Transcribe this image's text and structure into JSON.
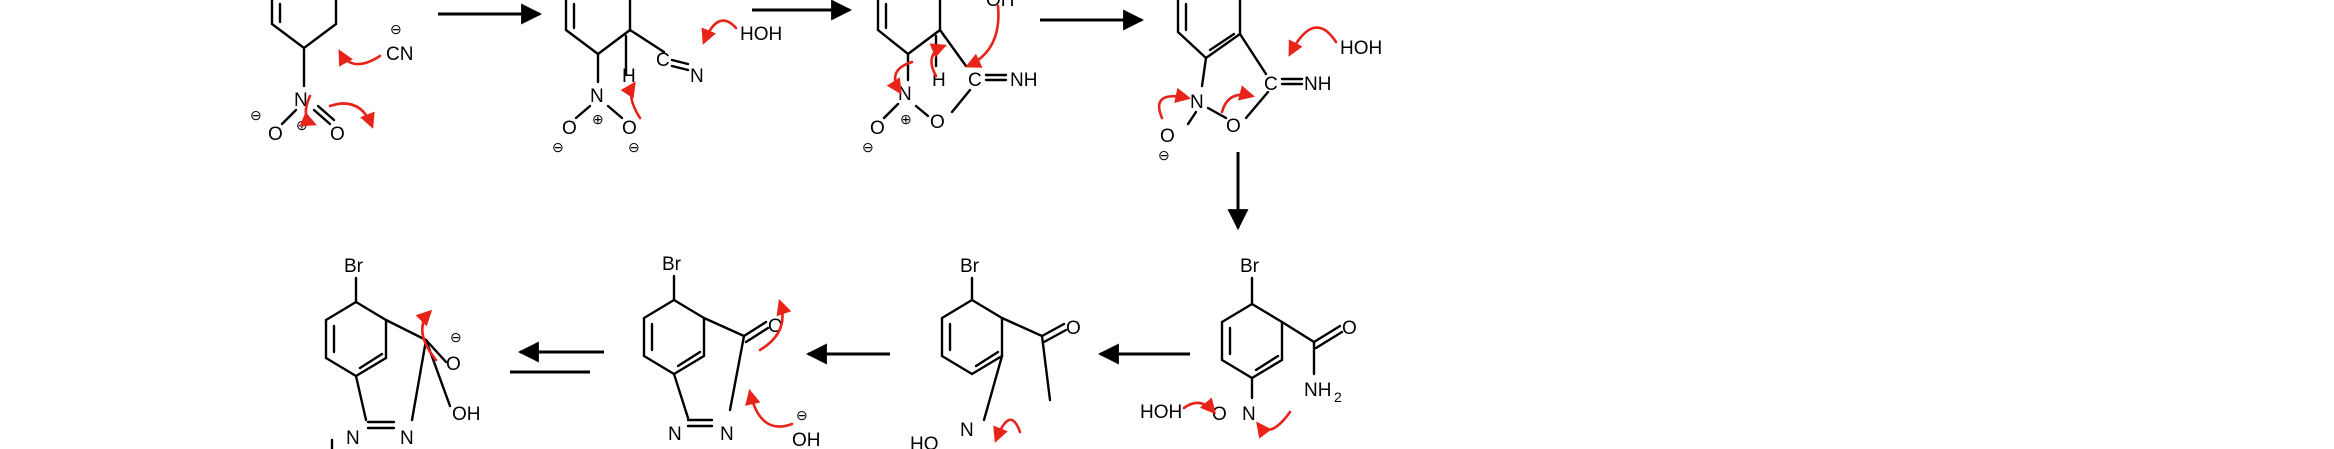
{
  "colors": {
    "bond": "#000000",
    "electron_arrow": "#e8231a",
    "background": "#ffffff"
  },
  "labels": {
    "cn": "CN",
    "minus": "⊖",
    "plus": "⊕",
    "n": "N",
    "o": "O",
    "h": "H",
    "c": "C",
    "hoh": "HOH",
    "nh": "NH",
    "oh": "OH",
    "br": "Br",
    "nh2": "NH",
    "sub2": "2",
    "ho": "HO"
  }
}
